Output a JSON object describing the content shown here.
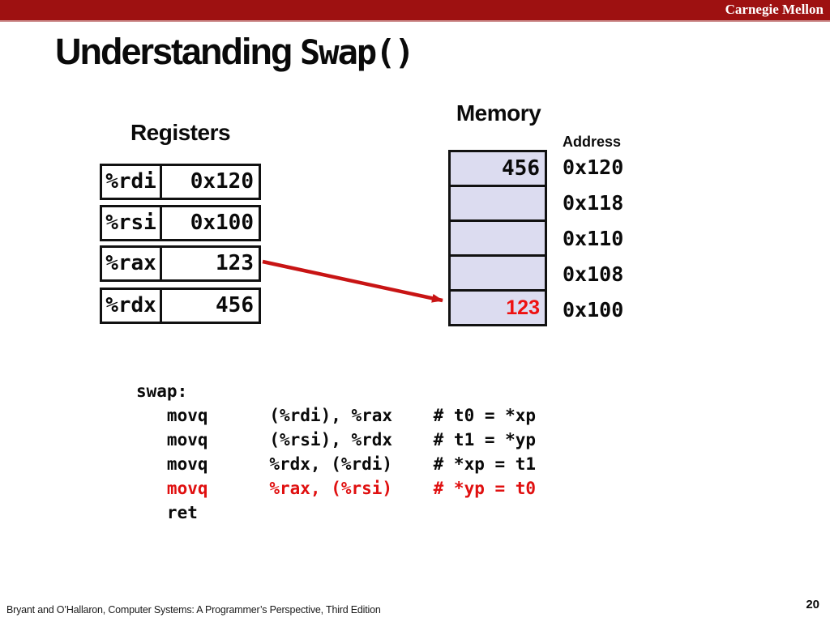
{
  "banner": {
    "text": "Carnegie Mellon"
  },
  "title": {
    "main": "Understanding ",
    "code": "Swap()"
  },
  "registers": {
    "heading": "Registers",
    "rows": [
      {
        "name": "%rdi",
        "value": "0x120"
      },
      {
        "name": "%rsi",
        "value": "0x100"
      },
      {
        "name": "%rax",
        "value": "123"
      },
      {
        "name": "%rdx",
        "value": "456"
      }
    ]
  },
  "memory": {
    "heading": "Memory",
    "address_label": "Address",
    "cells": [
      {
        "value": "456",
        "address": "0x120"
      },
      {
        "value": "",
        "address": "0x118"
      },
      {
        "value": "",
        "address": "0x110"
      },
      {
        "value": "",
        "address": "0x108"
      },
      {
        "value": "123",
        "address": "0x100"
      }
    ]
  },
  "arrow": {
    "from": "register-rax",
    "to": "memory-0x100"
  },
  "code": {
    "lines": [
      "swap:",
      "   movq      (%rdi), %rax    # t0 = *xp",
      "   movq      (%rsi), %rdx    # t1 = *yp",
      "   movq      %rdx, (%rdi)    # *xp = t1",
      "   movq      %rax, (%rsi)    # *yp = t0",
      "   ret"
    ]
  },
  "footer": {
    "citation": "Bryant and O’Hallaron, Computer Systems: A Programmer’s Perspective, Third Edition",
    "page": "20"
  },
  "colors": {
    "banner_bg": "#9e1111",
    "banner_sep": "#cd8e8e",
    "cell_fill": "#dcdcf0",
    "arrow_red": "#c81414",
    "value_red": "#ee1111",
    "code_red": "#e01010"
  }
}
